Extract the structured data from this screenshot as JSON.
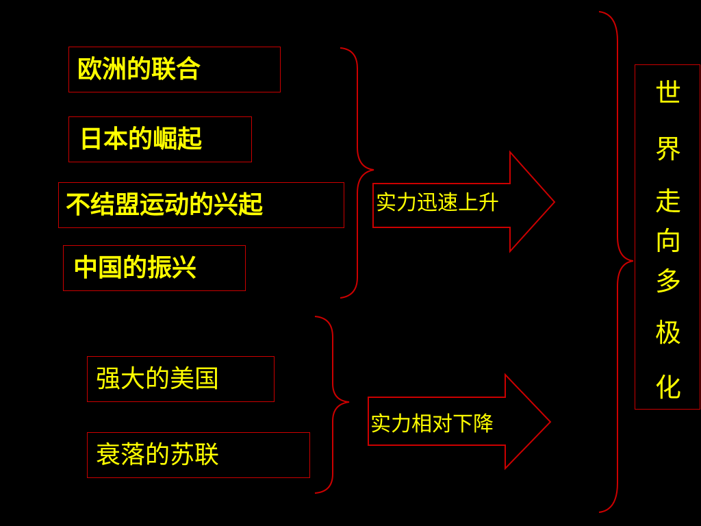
{
  "rising": [
    "欧洲的联合",
    "日本的崛起",
    "不结盟运动的兴起",
    "中国的振兴"
  ],
  "declining": [
    "强大的美国",
    "衰落的苏联"
  ],
  "arrows": {
    "up": "实力迅速上升",
    "down": "实力相对下降"
  },
  "conclusion": [
    "世",
    "界",
    "走",
    "向",
    "多",
    "极",
    "化"
  ],
  "colors": {
    "background": "#000000",
    "text": "#ffff00",
    "border": "#cc0000"
  }
}
